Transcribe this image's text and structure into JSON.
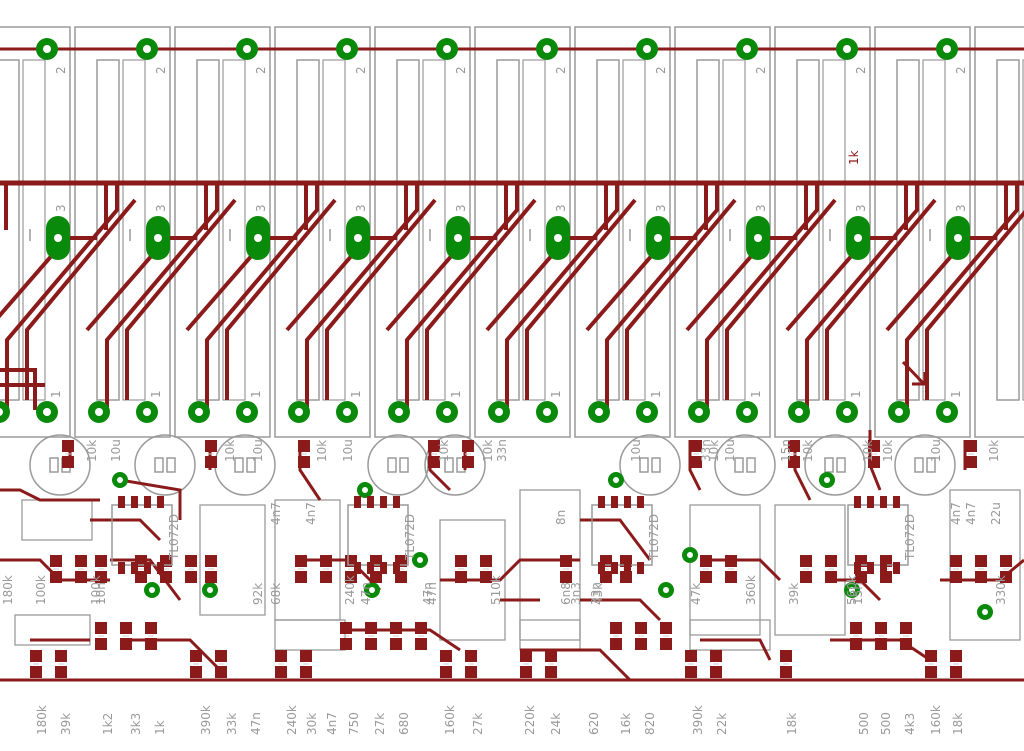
{
  "colors": {
    "background": "#ffffff",
    "trace": "#8b1a1a",
    "pad": "#0a8a0a",
    "pad_hole": "#ffffff",
    "silkscreen": "#9a9a9a"
  },
  "pin_label_top": "2",
  "pin_label_wiper": "3",
  "pin_label_bottom": "1",
  "fader_count": 10,
  "resistor_label_1k": "1k",
  "row1_labels": [
    "10k",
    "10u",
    "10k",
    "10u",
    "10k",
    "10u",
    "10k",
    "10k",
    "33n",
    "10u",
    "10k",
    "10u",
    "33n",
    "10k",
    "15n",
    "10k",
    "10k",
    "10u",
    "10k"
  ],
  "row2_labels": [
    "4n7",
    "4n7",
    "8n",
    "4n7",
    "22u",
    "4n7"
  ],
  "opamp_label": "TL072D",
  "mid_labels": [
    "180k",
    "100k",
    "10n",
    "100k",
    "92k",
    "68k",
    "240k",
    "47n",
    "47n",
    "510k",
    "43k",
    "6n8",
    "47k",
    "360k",
    "33n",
    "39k",
    "560k",
    "15n",
    "330k",
    "3n3",
    "47n"
  ],
  "bottom_labels": [
    "180k",
    "39k",
    "1k2",
    "3k3",
    "1k",
    "390k",
    "33k",
    "47n",
    "240k",
    "30k",
    "4n7",
    "750",
    "27k",
    "680",
    "160k",
    "27k",
    "220k",
    "24k",
    "620",
    "16k",
    "820",
    "390k",
    "22k",
    "18k",
    "500",
    "500",
    "4k3",
    "160k",
    "18k"
  ]
}
